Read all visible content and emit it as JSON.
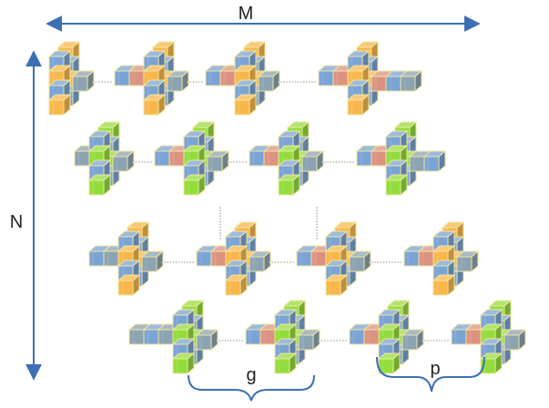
{
  "labels": {
    "m": "M",
    "n": "N",
    "g": "g",
    "p": "p"
  },
  "colors": {
    "axis": "#3d6fb4",
    "orange": "#f9b64a",
    "blue": "#7aa3d6",
    "green": "#92dd3c",
    "steel": "#8ba3b2",
    "red": "#dc9280",
    "edge": "#efe6a2",
    "connector": "#b9b9a8"
  },
  "grid": {
    "rows": [
      {
        "cross": "orange",
        "chain_left": "none",
        "chain_right": "short"
      },
      {
        "cross": "green",
        "chain_left": "short",
        "chain_right": "short"
      },
      {
        "cross": "orange",
        "chain_left": "long",
        "chain_right": "short"
      },
      {
        "cross": "green",
        "chain_left": "long",
        "chain_right": "short"
      }
    ],
    "columns": 4
  }
}
